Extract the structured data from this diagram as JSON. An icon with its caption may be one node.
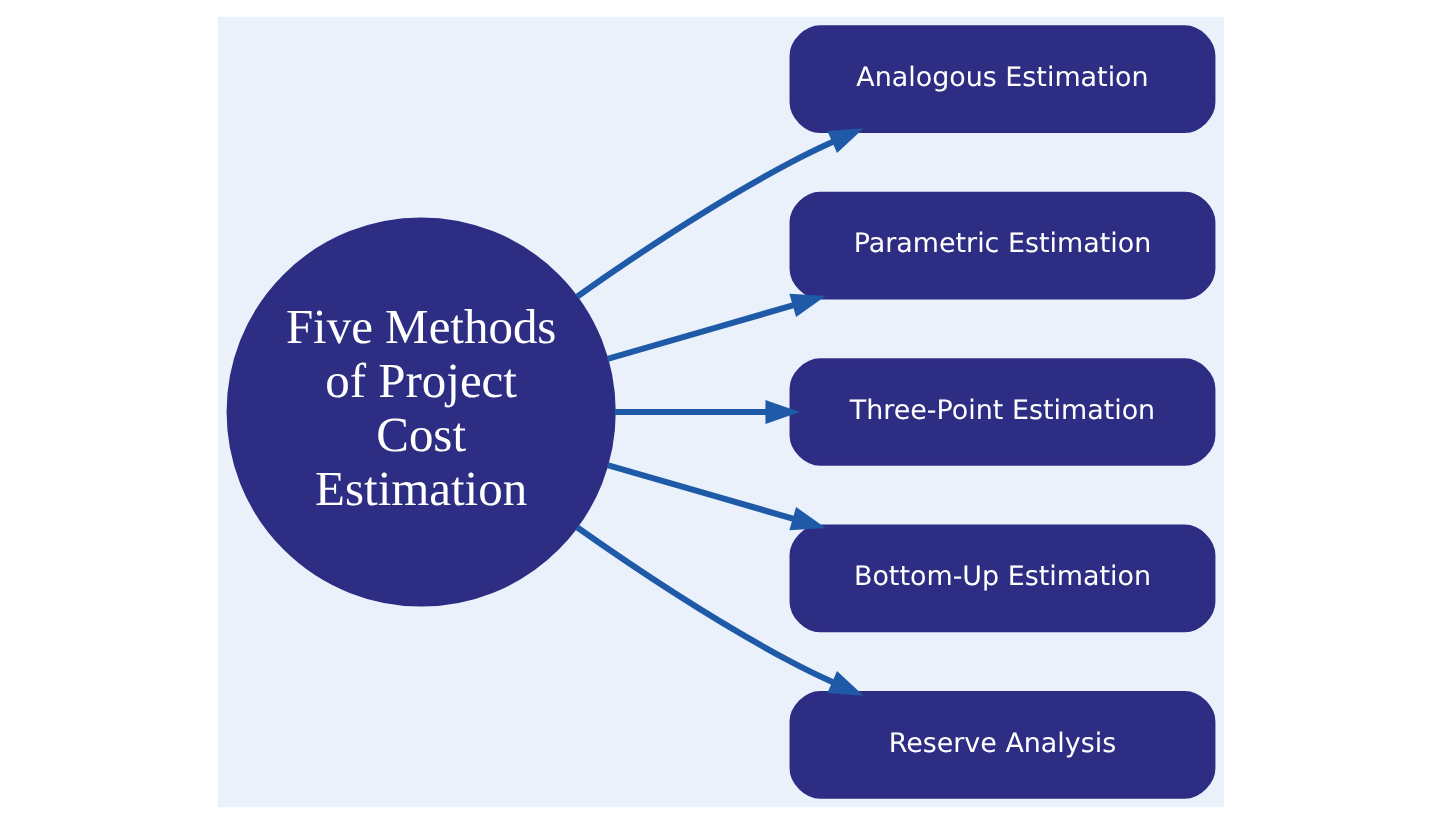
{
  "diagram": {
    "nodes": [
      {
        "text": [
          "Five Methods of Project Cost Estimation"
        ]
      },
      {
        "text": [
          "Analogous Estimation"
        ]
      },
      {
        "text": [
          "Parametric Estimation"
        ]
      },
      {
        "text": [
          "Three-Point Estimation"
        ]
      },
      {
        "text": [
          "Bottom-Up Estimation"
        ]
      },
      {
        "text": [
          "Reserve Analysis"
        ]
      }
    ],
    "edges": [
      {
        "from": 0,
        "to": 1,
        "arrow": "to"
      },
      {
        "from": 0,
        "to": 2,
        "arrow": "to"
      },
      {
        "from": 0,
        "to": 3,
        "arrow": "to"
      },
      {
        "from": 0,
        "to": 4,
        "arrow": "to"
      },
      {
        "from": 0,
        "to": 5,
        "arrow": "to"
      }
    ]
  }
}
